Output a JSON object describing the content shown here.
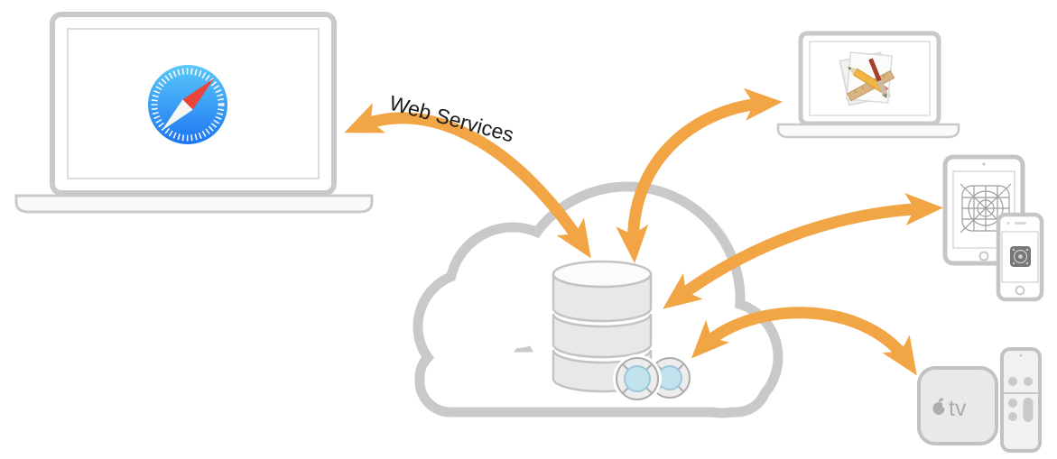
{
  "diagram": {
    "description": "Cloud services diagram: devices exchanging data with a cloud database",
    "labels": {
      "web_services": "Web Services",
      "apple_tv": "tv"
    },
    "colors": {
      "arrow_orange": "#F1A544",
      "outline_gray": "#C9C9C9",
      "panel_gray": "#E9E9E9",
      "database_fill": "#E8E8E8",
      "token_blue": "#C2E2EE",
      "safari_blue_top": "#5AC8FA",
      "safari_blue_bottom": "#1D76F2",
      "needle_red": "#E8463C",
      "label_black": "#1A1A1A",
      "device_text_gray": "#ADADAD"
    },
    "nodes": [
      {
        "id": "web-browser-laptop",
        "kind": "laptop",
        "icon": "safari-compass-icon"
      },
      {
        "id": "cloud-database",
        "kind": "cloud",
        "icon": "database-cylinder-icon",
        "badges": [
          "record-token-icon",
          "record-token-icon"
        ]
      },
      {
        "id": "developer-laptop",
        "kind": "laptop",
        "icon": "xcode-icon"
      },
      {
        "id": "ipad",
        "kind": "tablet",
        "icon": "app-blueprint-grid-icon"
      },
      {
        "id": "iphone",
        "kind": "phone",
        "icon": "app-blueprint-grid-icon"
      },
      {
        "id": "apple-tv",
        "kind": "set-top-box",
        "icon": "apple-logo",
        "label": "tv",
        "accessory": "siri-remote"
      }
    ],
    "edges": [
      {
        "from": "web-browser-laptop",
        "to": "cloud-database",
        "bidirectional": true,
        "label": "Web Services"
      },
      {
        "from": "developer-laptop",
        "to": "cloud-database",
        "bidirectional": true,
        "label": ""
      },
      {
        "from": "ipad",
        "to": "cloud-database",
        "bidirectional": true,
        "label": ""
      },
      {
        "from": "apple-tv",
        "to": "cloud-database",
        "bidirectional": true,
        "label": ""
      }
    ]
  }
}
